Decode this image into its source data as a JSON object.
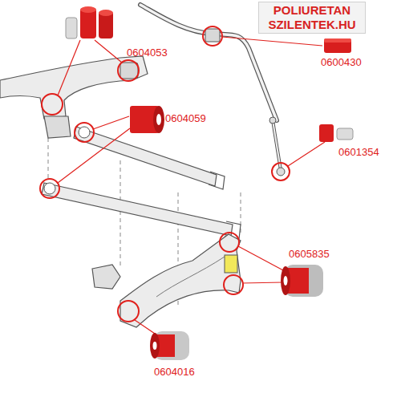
{
  "diagram": {
    "labels": [
      "POLIURETAN SZILENTEK.HU",
      "0604053",
      "0600430",
      "0604059",
      "0601354",
      "0605835",
      "0604016"
    ]
  }
}
